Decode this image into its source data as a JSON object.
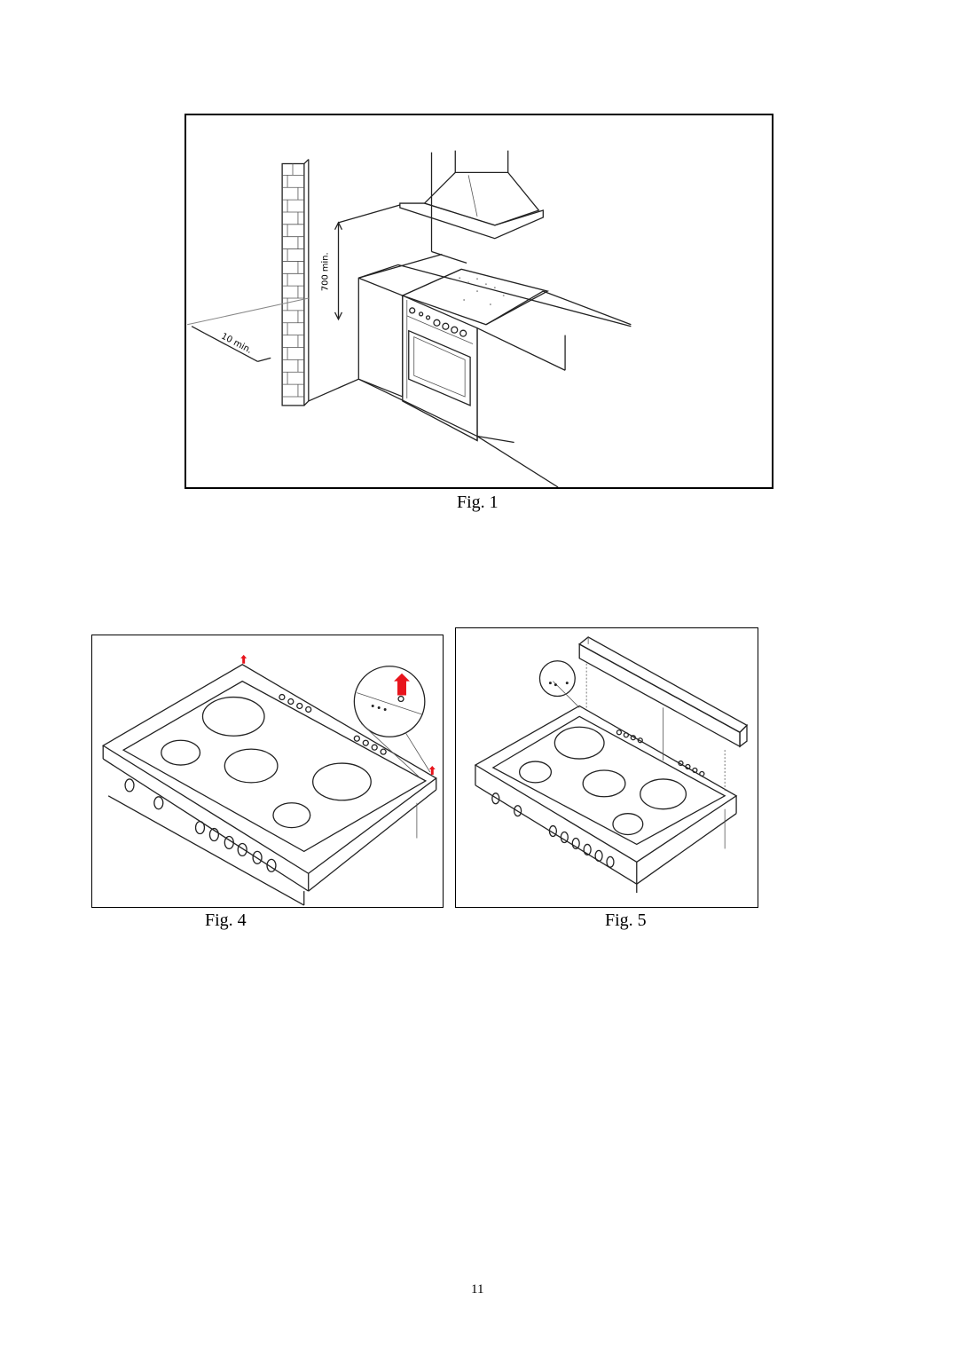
{
  "figures": [
    {
      "id": "fig1",
      "caption": "Fig. 1",
      "dimension_labels": [
        "700 min.",
        "10 min."
      ]
    },
    {
      "id": "fig4",
      "caption": "Fig. 4"
    },
    {
      "id": "fig5",
      "caption": "Fig. 5"
    }
  ],
  "page_number": "11",
  "colors": {
    "arrow": "#e8141c",
    "line": "#222222"
  }
}
